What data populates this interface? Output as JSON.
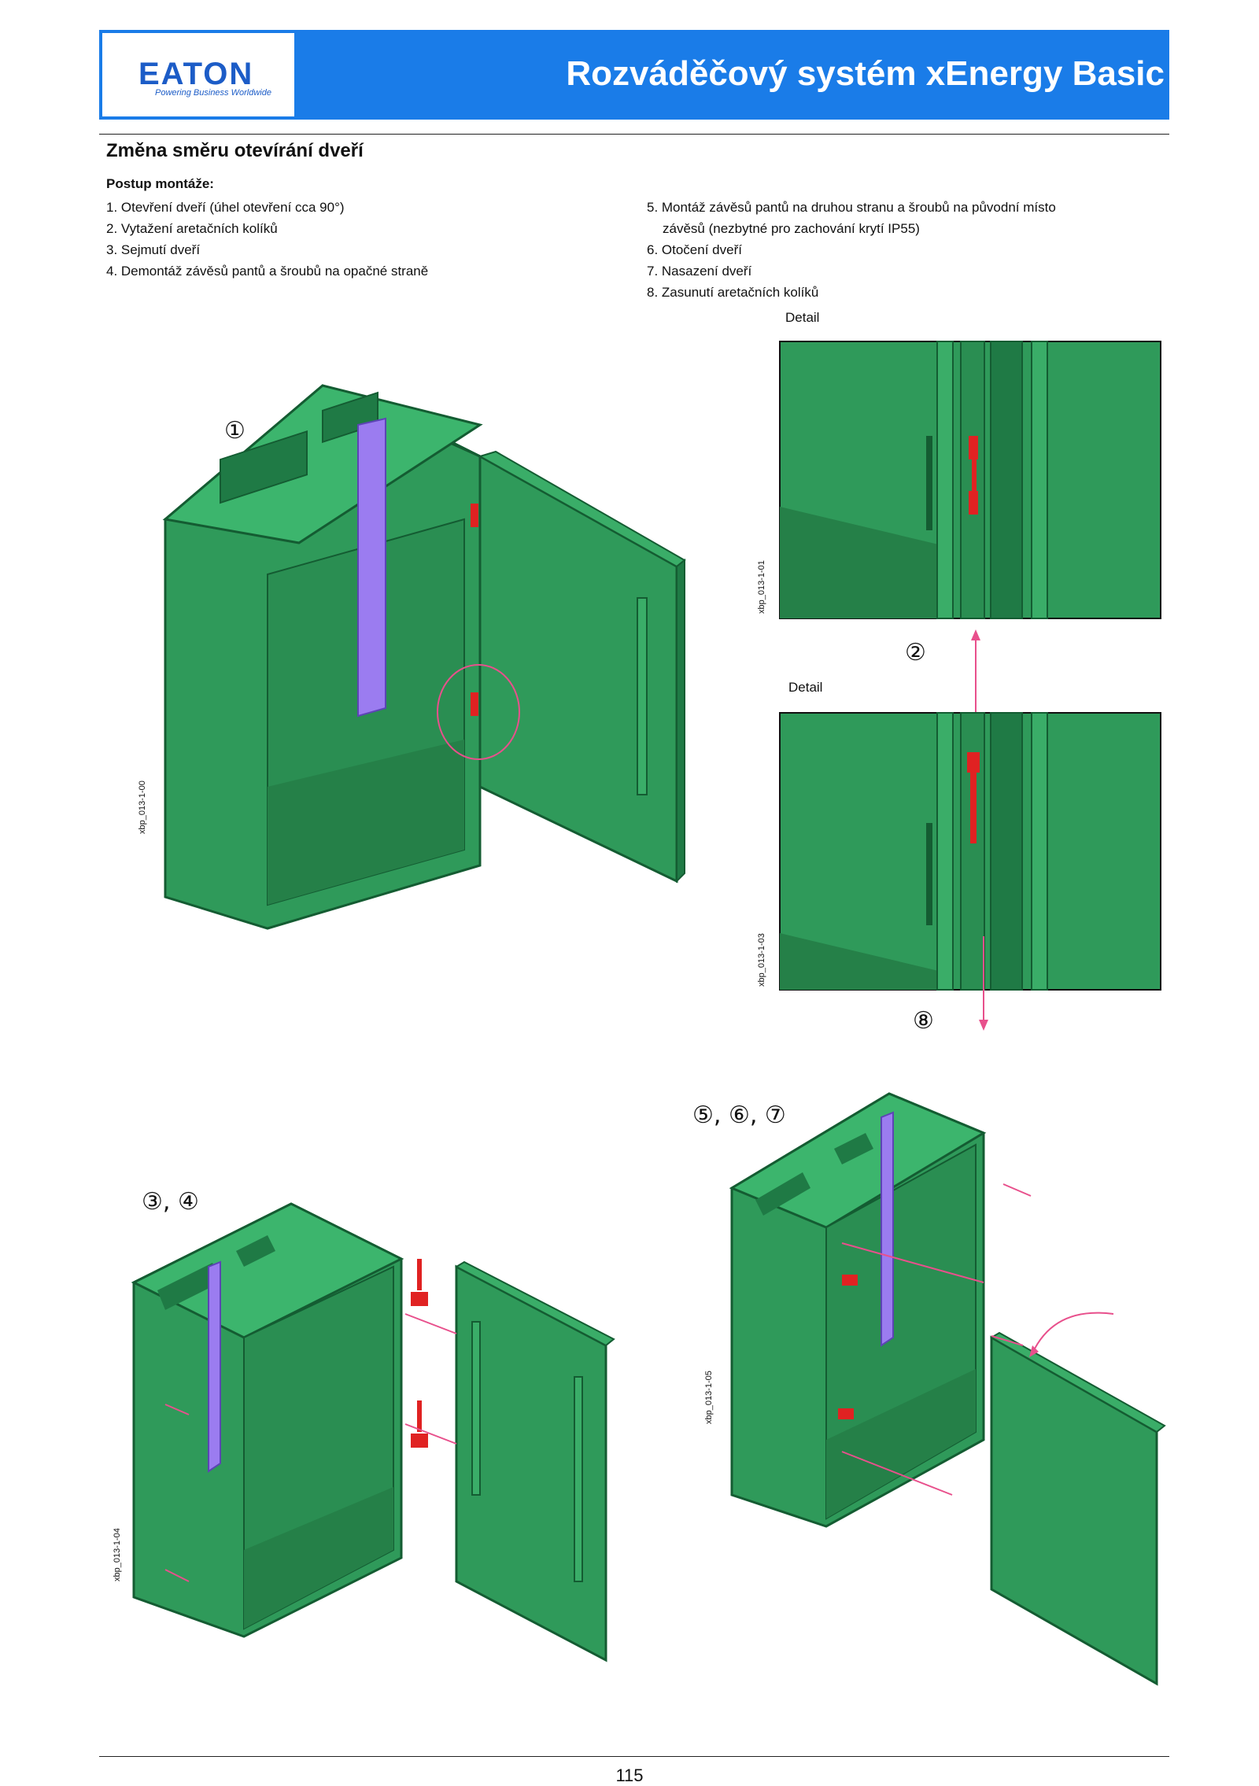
{
  "header": {
    "logo_text": "EATON",
    "logo_tagline": "Powering Business Worldwide",
    "title": "Rozváděčový systém xEnergy Basic"
  },
  "section": {
    "title": "Změna směru otevírání dveří",
    "steps_heading": "Postup montáže:",
    "steps_left": [
      "1. Otevření dveří (úhel otevření cca 90°)",
      "2. Vytažení aretačních kolíků",
      "3. Sejmutí dveří",
      "4. Demontáž závěsů pantů a šroubů na opačné straně"
    ],
    "steps_right": [
      "5. Montáž závěsů pantů na druhou stranu a šroubů na původní místo",
      "závěsů (nezbytné pro zachování krytí IP55)",
      "6. Otočení dveří",
      "7. Nasazení dveří",
      "8. Zasunutí aretačních kolíků"
    ]
  },
  "figures": {
    "fig1": {
      "label": "①",
      "code": "xbp_013-1-00"
    },
    "detail_top": {
      "caption": "Detail",
      "code": "xbp_013-1-01",
      "label": "②"
    },
    "detail_bottom": {
      "caption": "Detail",
      "code": "xbp_013-1-03",
      "label": "⑧"
    },
    "fig34": {
      "label": "③, ④",
      "code": "xbp_013-1-04"
    },
    "fig567": {
      "label": "⑤, ⑥, ⑦",
      "code": "xbp_013-1-05"
    }
  },
  "colors": {
    "brand_blue": "#1a7ce8",
    "cabinet_green": "#2f9a5a",
    "cabinet_dark": "#1f7a45",
    "rail_purple": "#9b7cf0",
    "hinge_red": "#e02222",
    "arrow_pink": "#e8508c"
  },
  "footer": {
    "page_number": "115"
  }
}
